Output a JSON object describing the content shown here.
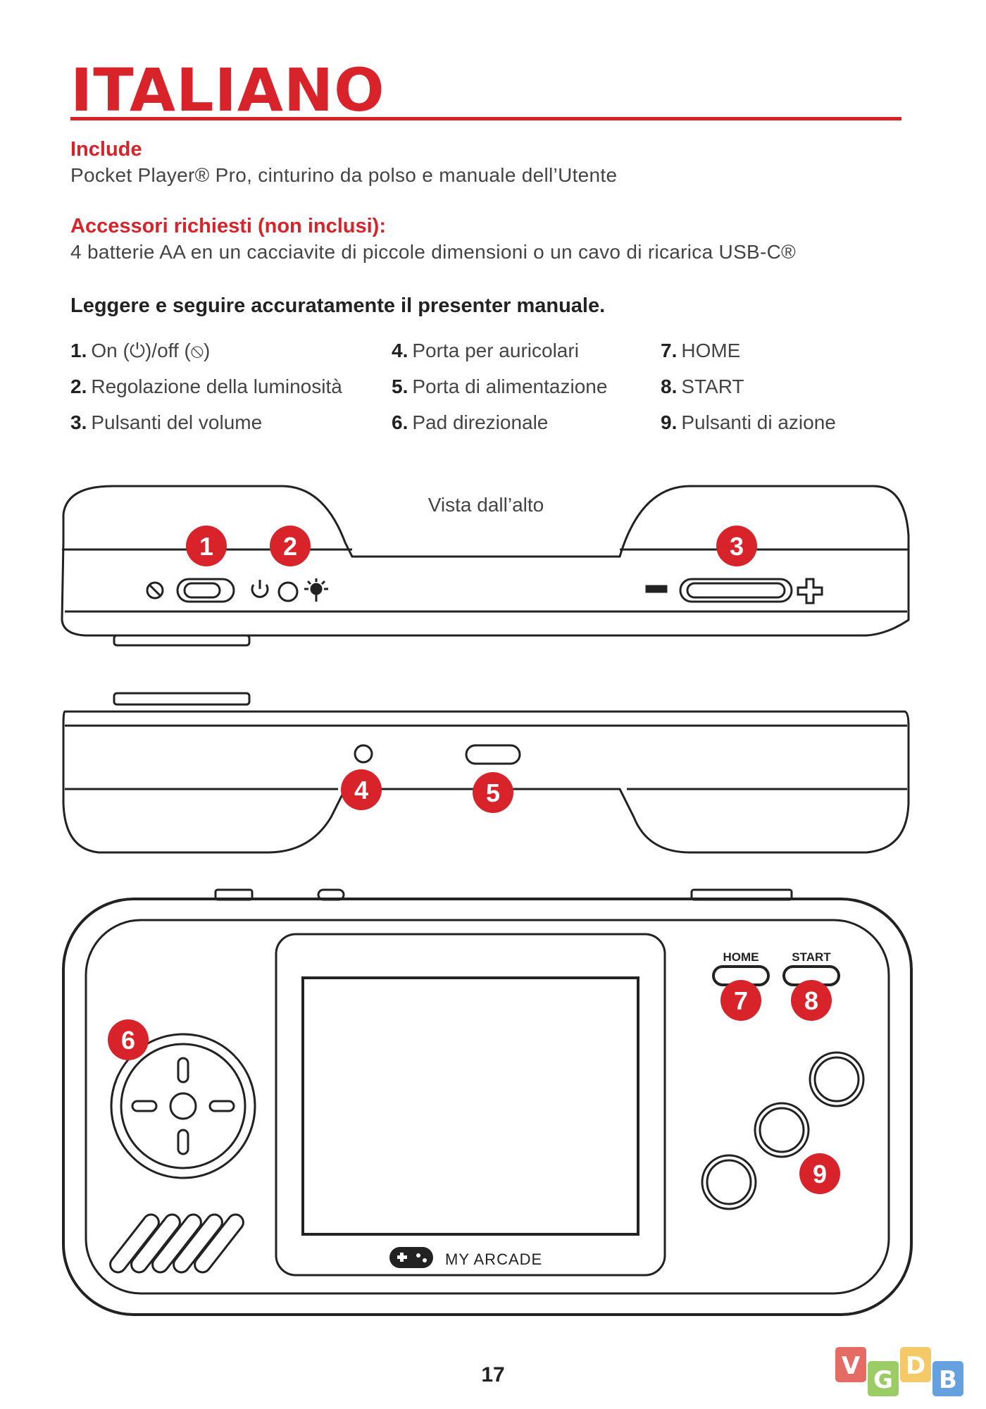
{
  "page": {
    "title": "ITALIANO",
    "includes": {
      "heading": "Include",
      "text": "Pocket Player® Pro, cinturino da polso e manuale dell’Utente"
    },
    "accessories": {
      "heading": "Accessori richiesti (non inclusi):",
      "text": "4 batterie AA en un cacciavite di piccole dimensioni o un cavo di ricarica USB-C®"
    },
    "instruction": "Leggere e seguire accuratamente il presenter manuale.",
    "parts": [
      {
        "num": "1.",
        "label": "On (⏻)/off (⦸)"
      },
      {
        "num": "2.",
        "label": "Regolazione della luminosità"
      },
      {
        "num": "3.",
        "label": "Pulsanti del volume"
      },
      {
        "num": "4.",
        "label": "Porta per auricolari"
      },
      {
        "num": "5.",
        "label": "Porta di alimentazione"
      },
      {
        "num": "6.",
        "label": "Pad direzionale"
      },
      {
        "num": "7.",
        "label": "HOME"
      },
      {
        "num": "8.",
        "label": "START"
      },
      {
        "num": "9.",
        "label": "Pulsanti di azione"
      }
    ],
    "diagram": {
      "top_view_label": "Vista dall’alto",
      "home_label": "HOME",
      "start_label": "START",
      "brand": "MY ARCADE",
      "callouts": [
        "1",
        "2",
        "3",
        "4",
        "5",
        "6",
        "7",
        "8",
        "9"
      ]
    },
    "page_number": "17",
    "watermark": {
      "letters": [
        "V",
        "G",
        "D",
        "B"
      ],
      "colors": [
        "#e0524a",
        "#8bc34a",
        "#f2c14e",
        "#4a90d9"
      ]
    },
    "accent_color": "#d8232a"
  }
}
